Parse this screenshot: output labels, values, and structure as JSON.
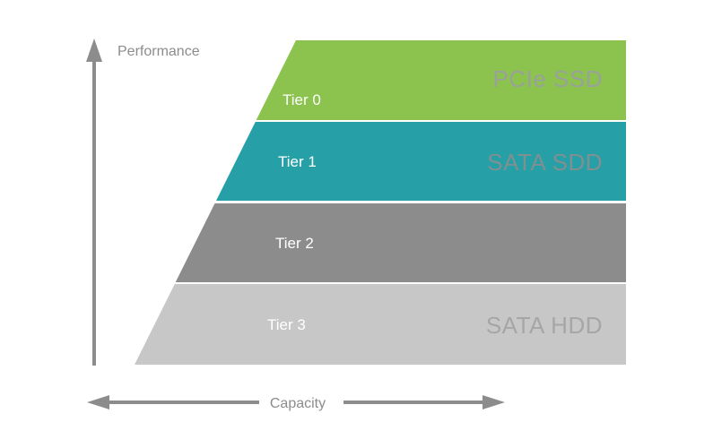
{
  "diagram": {
    "background": "#FFFFFF",
    "axis_color": "#8C8C8C",
    "performance_label": "Performance",
    "capacity_label": "Capacity"
  },
  "tiers": [
    {
      "label": "Tier 0",
      "device": "PCIe SSD",
      "color": "#8BC34E",
      "label_color": "#FFFFFF",
      "device_color": "#9AA19B"
    },
    {
      "label": "Tier 1",
      "device": "SATA SDD",
      "color": "#26A0A6",
      "label_color": "#FFFFFF",
      "device_color": "#7E9092"
    },
    {
      "label": "Tier 2",
      "device": "",
      "color": "#8C8C8C",
      "label_color": "#FFFFFF",
      "device_color": ""
    },
    {
      "label": "Tier 3",
      "device": "SATA HDD",
      "color": "#C7C7C7",
      "label_color": "#FFFFFF",
      "device_color": "#A6A6A6"
    }
  ]
}
